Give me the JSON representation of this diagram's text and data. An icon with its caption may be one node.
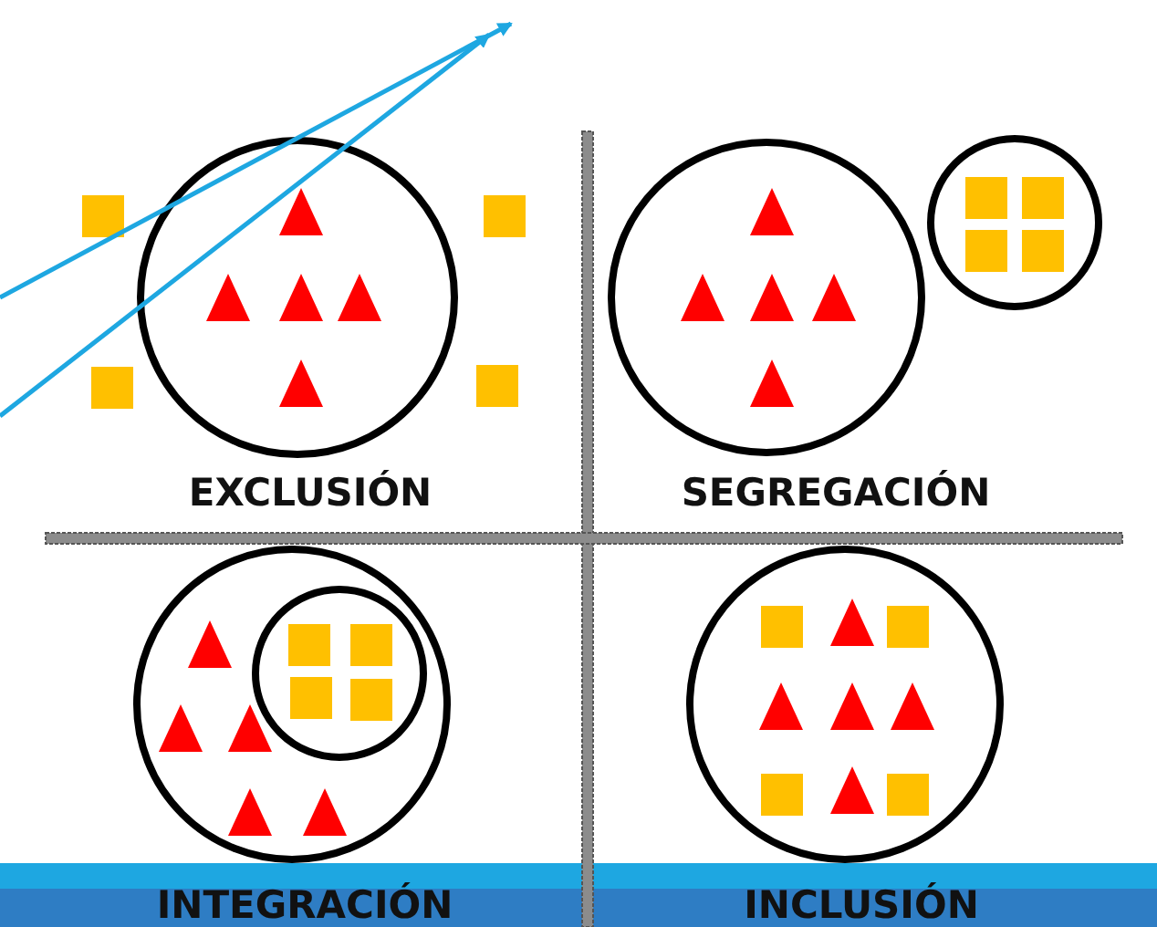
{
  "diagram": {
    "labels": [
      "EXCLUSIÓN",
      "SEGREGACIÓN",
      "INTEGRACIÓN",
      "INCLUSIÓN"
    ]
  }
}
